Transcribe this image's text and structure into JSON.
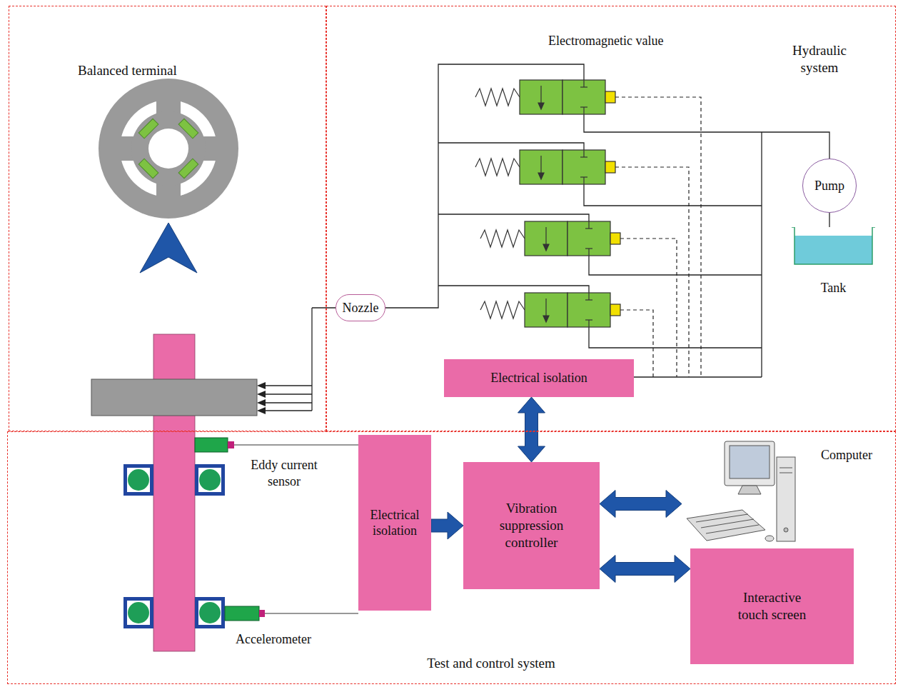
{
  "diagram": {
    "nodes": [
      {
        "text": [
          "Balanced terminal"
        ]
      },
      {
        "text": [
          "Hydraulic system"
        ]
      },
      {
        "text": [
          "Nozzle"
        ],
        "in": 1
      },
      {
        "text": [
          "Pump"
        ],
        "in": 1
      },
      {
        "text": [
          "Tank"
        ],
        "in": 1
      },
      {
        "text": [
          "Electrical isolation"
        ],
        "in": 1
      },
      {
        "text": [
          "Test and control system"
        ]
      },
      {
        "text": [
          "Electrical isolation"
        ],
        "in": 6
      },
      {
        "text": [
          "Vibration suppression controller"
        ],
        "in": 6
      },
      {
        "text": [
          "Computer"
        ],
        "in": 6
      },
      {
        "text": [
          "Interactive touch screen"
        ],
        "in": 6
      }
    ],
    "edges": [
      {
        "from": 3,
        "to": 4,
        "arrow": "none"
      },
      {
        "from": 7,
        "to": 8,
        "arrow": "to"
      },
      {
        "from": 8,
        "to": 5,
        "arrow": "both"
      },
      {
        "from": 8,
        "to": 9,
        "arrow": "both"
      },
      {
        "from": 8,
        "to": 10,
        "arrow": "both"
      }
    ],
    "labels": [
      "Electromagnetic value",
      "Eddy current sensor",
      "Accelerometer"
    ]
  }
}
